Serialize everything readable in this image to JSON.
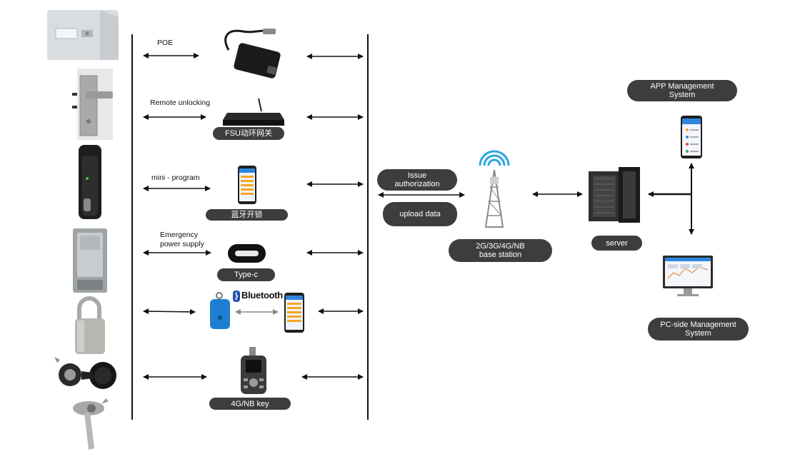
{
  "connections": {
    "poe": "POE",
    "remote_unlocking": "Remote unlocking",
    "mini_program": "mini - program",
    "emergency_power": "Emergency\npower supply",
    "bluetooth": "Bluetooth"
  },
  "devices": {
    "fsu": "FSU动环网关",
    "bt_unlock": "蓝牙开锁",
    "typec": "Type-c",
    "key": "4G/NB key"
  },
  "network": {
    "issue_auth": "Issue\nauthorization",
    "upload_data": "upload data",
    "base_station": "2G/3G/4G/NB\nbase station",
    "server": "server",
    "app_mgmt": "APP Management\nSystem",
    "pc_mgmt": "PC-side Management\nSystem"
  },
  "colors": {
    "pill_bg": "#3d3d3d",
    "arrow": "#111111",
    "bt_blue": "#1e7fd0",
    "tower_blue": "#2aa6e0"
  }
}
